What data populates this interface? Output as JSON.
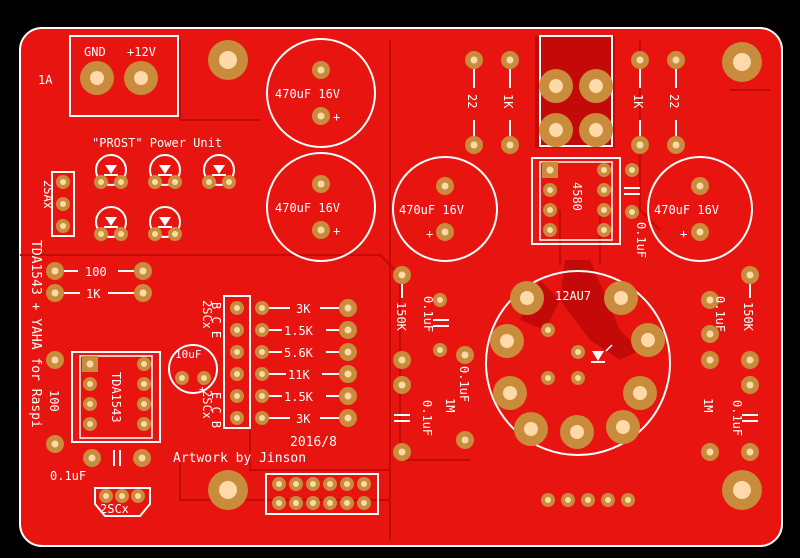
{
  "colors": {
    "background": "#000000",
    "board": "#e8140f",
    "trace": "#c30a08",
    "silkscreen": "#ffffff",
    "pad": "#c98b3c",
    "hole": "#ffd9a8"
  },
  "labels": {
    "gnd": "GND",
    "v12": "+12V",
    "fuse": "1A",
    "prost": "\"PROST\" Power Unit",
    "cap_470": "470uF 16V",
    "plus": "+",
    "transistor_2sa": "2SAx",
    "chip_4580": "4580",
    "tube": "12AU7",
    "r_22": "22",
    "r_1k": "1K",
    "r_100": "100",
    "r_150k": "150K",
    "r_1m": "1M",
    "c_01uf": "0.1uF",
    "c_10uf": "10uF",
    "ic_tda": "TDA1543",
    "transistor_2scx": "2SCx",
    "ecb": "E C B",
    "bce": "B C E",
    "r_3k": "3K",
    "r_15k": "1.5K",
    "r_56k": "5.6K",
    "r_11k": "11K",
    "date": "2016/8",
    "artwork": "Artwork by Jinson",
    "side_title": "TDA1543 + YAHA for Raspi"
  }
}
